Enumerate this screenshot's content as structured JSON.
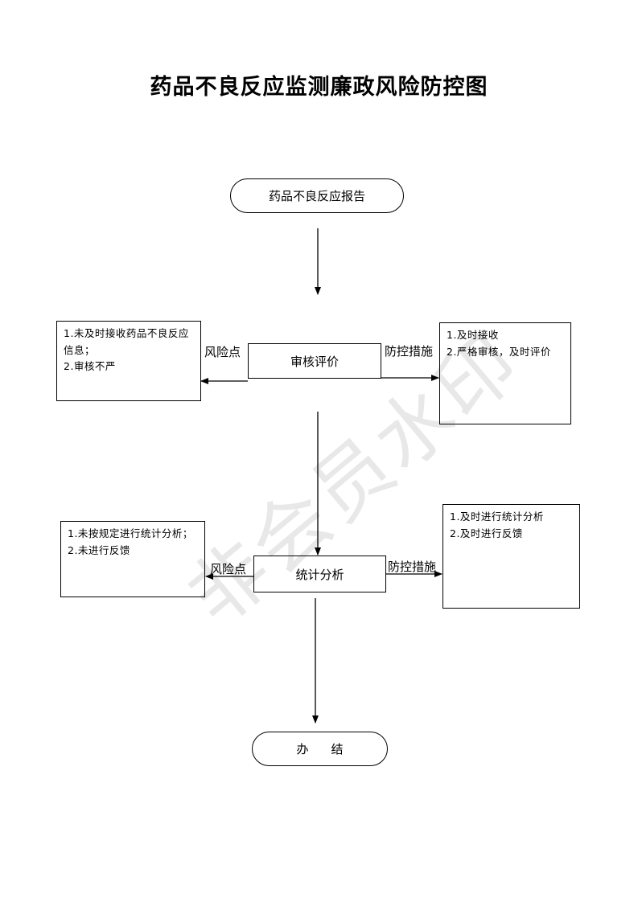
{
  "title": "药品不良反应监测廉政风险防控图",
  "watermark": "非会员水印",
  "start": "药品不良反应报告",
  "review": {
    "label": "审核评价",
    "risk_label": "风险点",
    "risk_items": [
      "1.未及时接收药品不良反应信息；",
      "2.审核不严"
    ],
    "control_label": "防控措施",
    "control_items": [
      "1.及时接收",
      "2.严格审核，及时评价"
    ]
  },
  "analysis": {
    "label": "统计分析",
    "risk_label": "风险点",
    "risk_items": [
      "1.未按规定进行统计分析；",
      "2.未进行反馈"
    ],
    "control_label": "防控措施",
    "control_items": [
      "1.及时进行统计分析",
      "2.及时进行反馈"
    ]
  },
  "end": {
    "left": "办",
    "right": "结"
  }
}
